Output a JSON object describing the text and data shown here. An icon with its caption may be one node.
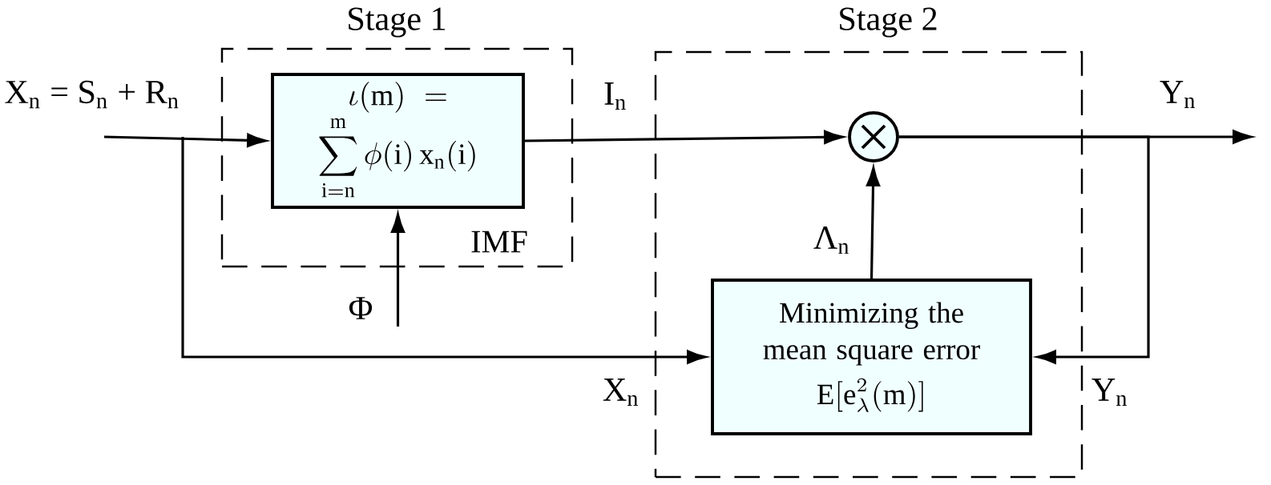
{
  "diagram": {
    "nodes": [
      {
        "text": [
          "Stage 1",
          "IMF"
        ]
      },
      {
        "text": [
          "\\iota(\\mathrm{m}) = \\sum_{\\mathrm{i=n}}^{\\mathrm{m}} \\phi(\\mathrm{i})\\,\\mathrm{x}_{\\mathrm{n}}(\\mathrm{i})"
        ],
        "in": 0
      },
      {
        "text": [
          "Stage 2"
        ]
      },
      {
        "text": [],
        "shape": "circle",
        "in": 2
      },
      {
        "text": [
          "Minimizing the mean square error",
          "\\mathrm{E}[\\mathrm{e}^{2}_{\\lambda}(\\mathrm{m})]"
        ],
        "in": 2
      }
    ],
    "edges": [
      {
        "from": null,
        "to": 1,
        "arrow": "to",
        "label": "X$_{n}$ = S$_{n}$ + R$_{n}$"
      },
      {
        "from": null,
        "to": 4,
        "arrow": "to",
        "label": "X$_{n}$"
      },
      {
        "from": null,
        "to": 1,
        "arrow": "to",
        "label": "Φ"
      },
      {
        "from": 1,
        "to": 3,
        "arrow": "to",
        "label": "I$_{n}$"
      },
      {
        "from": 4,
        "to": 3,
        "arrow": "to",
        "label": "Λ$_{n}$"
      },
      {
        "from": 3,
        "to": null,
        "arrow": "to",
        "label": "Y$_{n}$"
      },
      {
        "from": 3,
        "to": 4,
        "arrow": "to",
        "label": "Y$_{n}$"
      }
    ]
  }
}
